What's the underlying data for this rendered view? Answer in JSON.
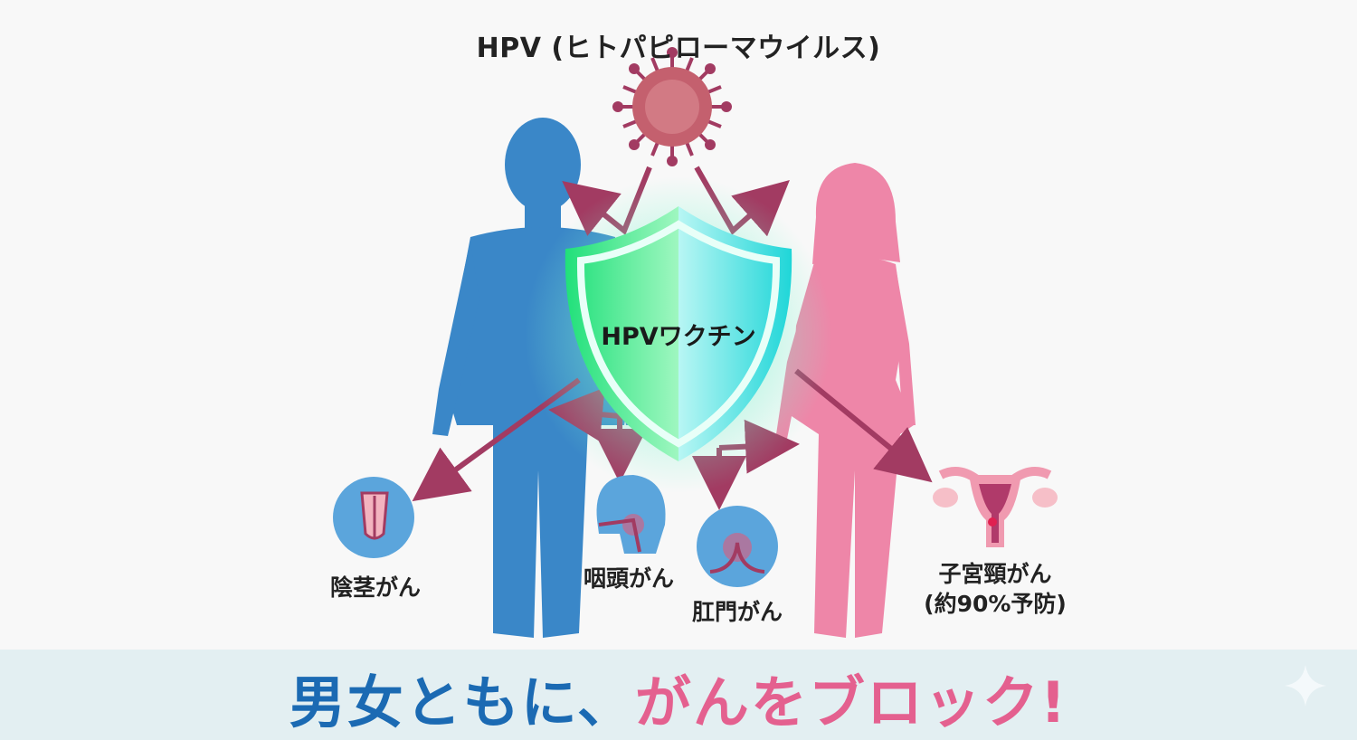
{
  "title": "HPV (ヒトパピローマウイルス)",
  "shield": {
    "label": "HPVワクチン",
    "colors": {
      "left": "#2fe38a",
      "right": "#2fd8dc"
    }
  },
  "figures": {
    "male_color": "#3a87c8",
    "female_color": "#ee86a8",
    "arrow_color": "#a23b62"
  },
  "cancers": [
    {
      "label": "陰茎がん"
    },
    {
      "label": "咽頭がん"
    },
    {
      "label": "肛門がん"
    },
    {
      "label": "子宮頸がん",
      "sub": "(約90%予防)"
    }
  ],
  "banner": {
    "part1": "男女ともに、",
    "part2": "がんをブロック!",
    "color1": "#1b6ab3",
    "color2": "#e4608f"
  }
}
